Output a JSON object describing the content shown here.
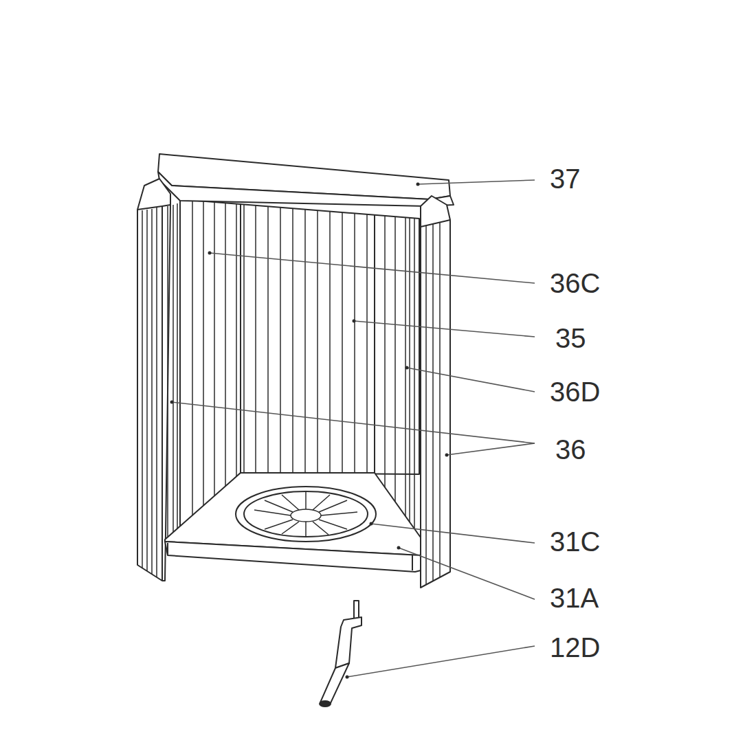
{
  "diagram": {
    "labels": [
      "37",
      "36C",
      "35",
      "36D",
      "36",
      "31C",
      "31A",
      "12D"
    ]
  }
}
